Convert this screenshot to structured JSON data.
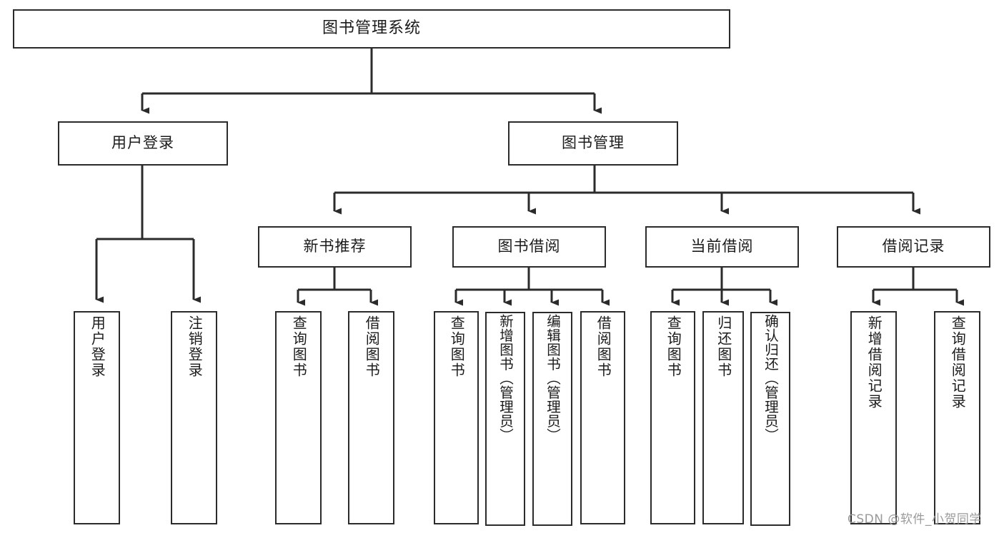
{
  "diagram": {
    "type": "tree-hierarchy",
    "title": "图书管理系统",
    "root": {
      "label": "图书管理系统"
    },
    "level2": [
      {
        "label": "用户登录"
      },
      {
        "label": "图书管理"
      }
    ],
    "level3": [
      {
        "label": "新书推荐"
      },
      {
        "label": "图书借阅"
      },
      {
        "label": "当前借阅"
      },
      {
        "label": "借阅记录"
      }
    ],
    "leaves": {
      "user_login": [
        {
          "label": "用户登录"
        },
        {
          "label": "注销登录"
        }
      ],
      "new_book_recommend": [
        {
          "label": "查询图书"
        },
        {
          "label": "借阅图书"
        }
      ],
      "book_borrow": [
        {
          "label": "查询图书"
        },
        {
          "label": "新增图书（管理员）"
        },
        {
          "label": "编辑图书（管理员）"
        },
        {
          "label": "借阅图书"
        }
      ],
      "current_borrow": [
        {
          "label": "查询图书"
        },
        {
          "label": "归还图书"
        },
        {
          "label": "确认归还（管理员）"
        }
      ],
      "borrow_record": [
        {
          "label": "新增借阅记录"
        },
        {
          "label": "查询借阅记录"
        }
      ]
    }
  },
  "watermark": {
    "text": "CSDN @软件_小贺同学"
  },
  "colors": {
    "stroke": "#2b2b2b",
    "box_fill": "#ffffff",
    "text": "#1b1b1b",
    "watermark": "#9a9a9a",
    "page_background": "#ffffff"
  }
}
